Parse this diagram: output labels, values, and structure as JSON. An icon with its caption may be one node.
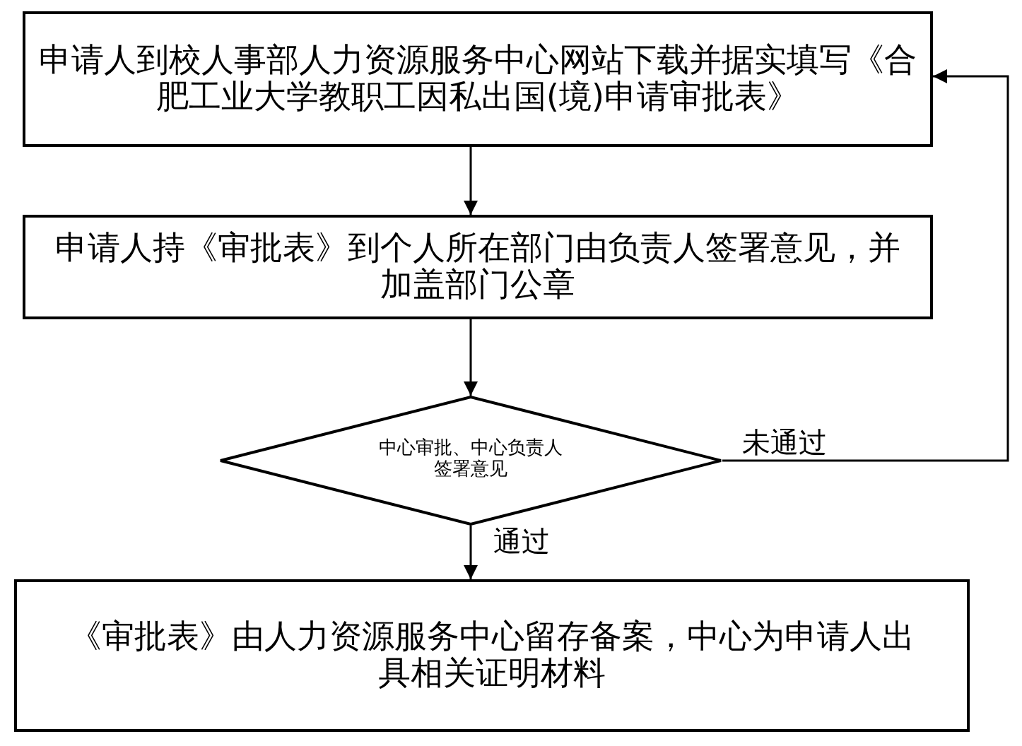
{
  "diagram": {
    "nodes": [
      {
        "text": [
          "申请人到校人事部人力资源服务中心网站下载并据实填写《合肥工业大学教职工因私出国(境)申请审批表》"
        ]
      },
      {
        "text": [
          "申请人持《审批表》到个人所在部门由负责人签署意见，并加盖部门公章"
        ]
      },
      {
        "text": [
          "中心审批、中心负责人签署意见"
        ]
      },
      {
        "text": [
          "《审批表》由人力资源服务中心留存备案，中心为申请人出具相关证明材料"
        ]
      }
    ],
    "edges": [
      {
        "from": 0,
        "to": 1,
        "arrow": "to"
      },
      {
        "from": 1,
        "to": 2,
        "arrow": "to"
      },
      {
        "from": 2,
        "to": 3,
        "arrow": "to",
        "label": "通过"
      },
      {
        "from": 2,
        "to": 0,
        "arrow": "to",
        "label": "未通过"
      }
    ]
  }
}
